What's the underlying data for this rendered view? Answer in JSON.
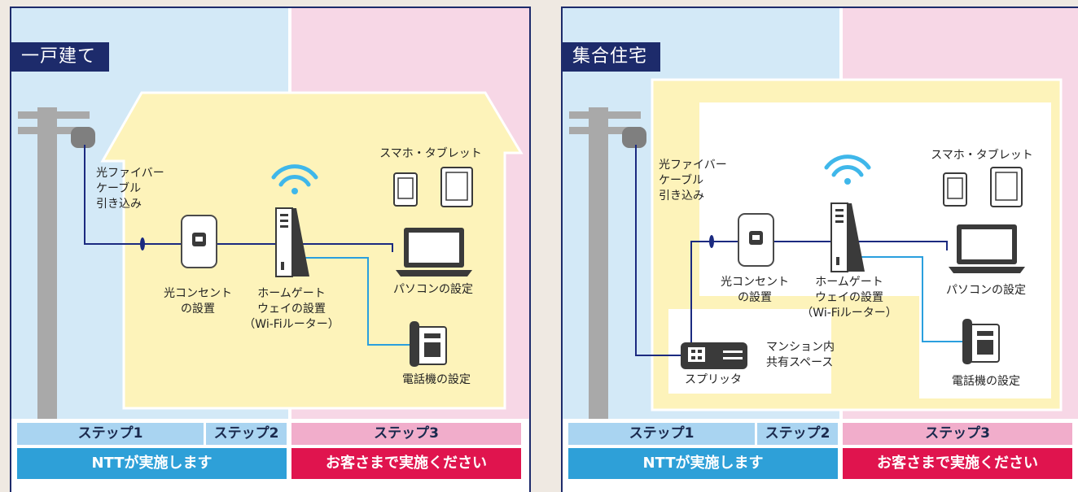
{
  "colors": {
    "navy": "#1d2b6b",
    "blue_band": "#d3e9f7",
    "pink_band": "#f7d7e6",
    "house": "#fdf3ba",
    "wifi": "#3fb7ea",
    "cable_dark": "#1b2a80",
    "cable_light": "#2a9fde"
  },
  "house": {
    "title": "一戸建て",
    "fiber_label": "光ファイバー\nケーブル\n引き込み",
    "outlet_label": "光コンセント\nの設置",
    "gateway_label": "ホームゲート\nウェイの設置\n（Wi-Fiルーター）",
    "mobile_label": "スマホ・タブレット",
    "pc_label": "パソコンの設定",
    "phone_label": "電話機の設定",
    "step1": "ステップ1",
    "step2": "ステップ2",
    "step3": "ステップ3",
    "ntt": "NTTが実施します",
    "customer": "お客さまで実施ください"
  },
  "apartment": {
    "title": "集合住宅",
    "fiber_label": "光ファイバー\nケーブル\n引き込み",
    "outlet_label": "光コンセント\nの設置",
    "gateway_label": "ホームゲート\nウェイの設置\n（Wi-Fiルーター）",
    "mobile_label": "スマホ・タブレット",
    "pc_label": "パソコンの設定",
    "phone_label": "電話機の設定",
    "shared_label": "マンション内\n共有スペース",
    "splitter_label": "スプリッタ",
    "step1": "ステップ1",
    "step2": "ステップ2",
    "step3": "ステップ3",
    "ntt": "NTTが実施します",
    "customer": "お客さまで実施ください"
  }
}
